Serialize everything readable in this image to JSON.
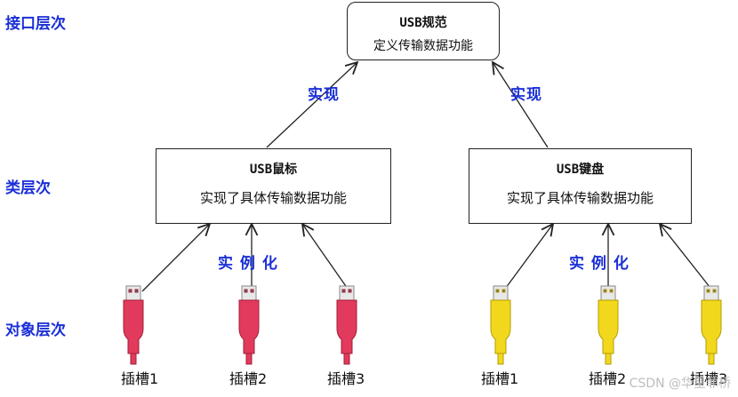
{
  "layers": {
    "interface": "接口层次",
    "class": "类层次",
    "object": "对象层次"
  },
  "spec_box": {
    "title": "USB规范",
    "desc": "定义传输数据功能"
  },
  "mouse_box": {
    "title": "USB鼠标",
    "desc": "实现了具体传输数据功能"
  },
  "keyboard_box": {
    "title": "USB键盘",
    "desc": "实现了具体传输数据功能"
  },
  "edge_labels": {
    "implement_left": "实现",
    "implement_right": "实现",
    "instantiate_left": "实 例 化",
    "instantiate_right": "实 例 化"
  },
  "slots_left": [
    "插槽1",
    "插槽2",
    "插槽3"
  ],
  "slots_right": [
    "插槽1",
    "插槽2",
    "插槽3"
  ],
  "watermark": "CSDN @华星菲桥",
  "colors": {
    "accent": "#1a2fd6",
    "mouse_usb": "#e23a5c",
    "keyboard_usb": "#f2d81c"
  },
  "icons": {
    "usb_plug": "usb-plug-icon"
  }
}
